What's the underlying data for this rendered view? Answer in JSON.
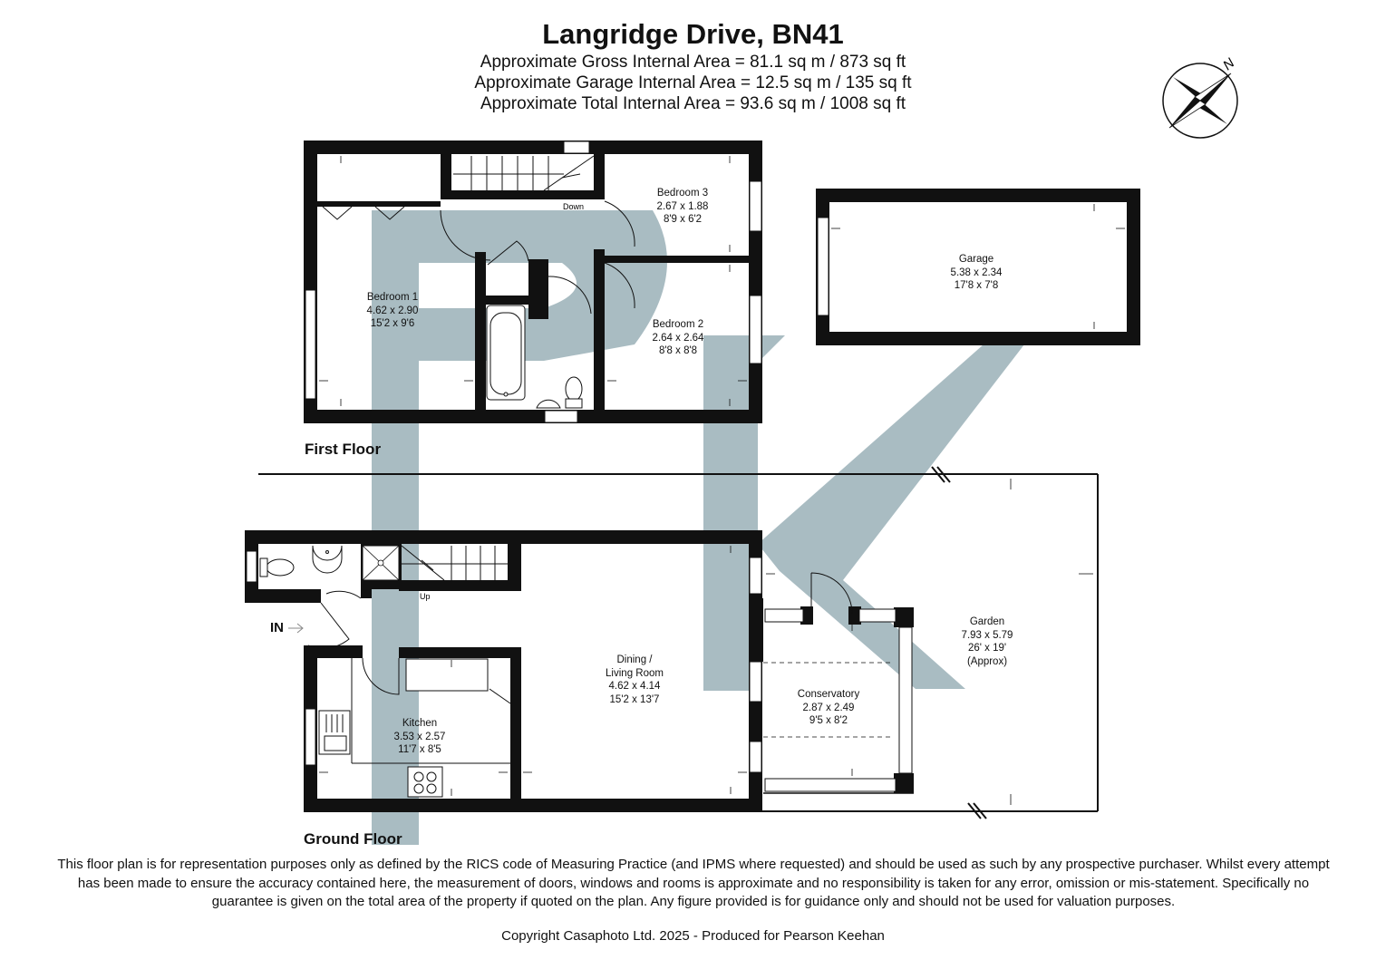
{
  "header": {
    "title": "Langridge Drive, BN41",
    "gross_area": "Approximate Gross Internal Area = 81.1 sq m / 873 sq ft",
    "garage_area": "Approximate Garage Internal Area = 12.5 sq m / 135 sq ft",
    "total_area": "Approximate Total Internal Area = 93.6 sq m / 1008 sq ft"
  },
  "compass": {
    "label": "N"
  },
  "floors": {
    "first": "First Floor",
    "ground": "Ground Floor"
  },
  "rooms": {
    "bedroom1": {
      "name": "Bedroom 1",
      "metric": "4.62 x 2.90",
      "imperial": "15'2 x 9'6"
    },
    "bedroom2": {
      "name": "Bedroom 2",
      "metric": "2.64 x 2.64",
      "imperial": "8'8 x 8'8"
    },
    "bedroom3": {
      "name": "Bedroom 3",
      "metric": "2.67 x 1.88",
      "imperial": "8'9 x 6'2"
    },
    "garage": {
      "name": "Garage",
      "metric": "5.38 x 2.34",
      "imperial": "17'8 x 7'8"
    },
    "living": {
      "name1": "Dining /",
      "name2": "Living Room",
      "metric": "4.62 x 4.14",
      "imperial": "15'2 x 13'7"
    },
    "kitchen": {
      "name": "Kitchen",
      "metric": "3.53 x 2.57",
      "imperial": "11'7 x 8'5"
    },
    "conservatory": {
      "name": "Conservatory",
      "metric": "2.87 x 2.49",
      "imperial": "9'5 x 8'2"
    },
    "garden": {
      "name": "Garden",
      "metric": "7.93 x 5.79",
      "imperial": "26' x 19'",
      "note": "(Approx)"
    }
  },
  "labels": {
    "stairs_down": "Down",
    "stairs_up": "Up",
    "entrance": "IN"
  },
  "footer": {
    "disclaimer": "This floor plan is for representation purposes only as defined by the RICS code of Measuring Practice (and IPMS where requested) and should be used as such by any prospective purchaser. Whilst every attempt has been made to ensure the accuracy contained here, the measurement of doors, windows and rooms is approximate and no responsibility is taken for any error, omission or mis-statement. Specifically no guarantee is given on the total area of the property if quoted on the plan. Any figure provided is for guidance only and should not be used for valuation purposes.",
    "copyright": "Copyright Casaphoto Ltd. 2025 - Produced for Pearson Keehan"
  },
  "colors": {
    "wall": "#111111",
    "watermark": "#a9bcc2",
    "text": "#111111"
  }
}
